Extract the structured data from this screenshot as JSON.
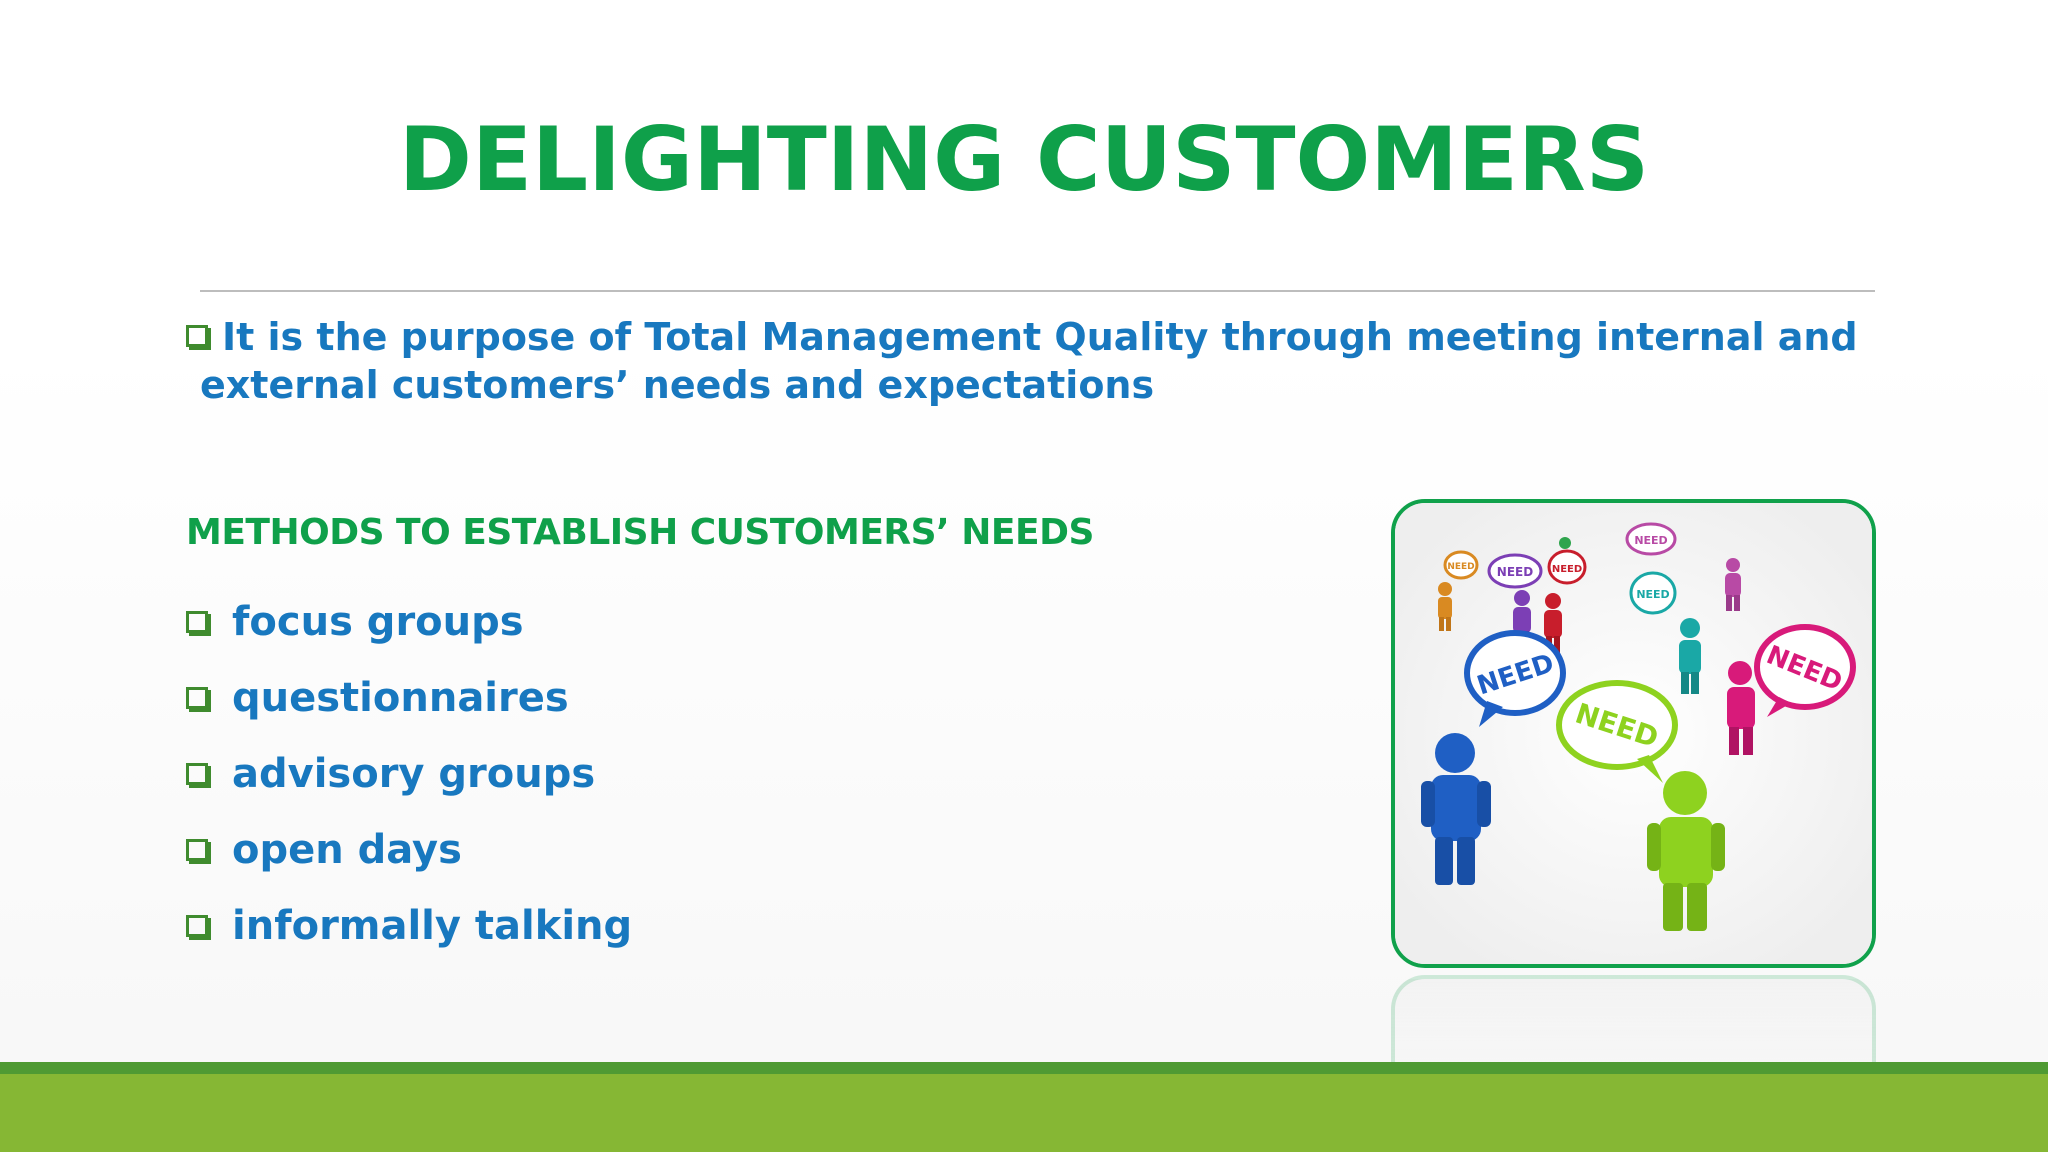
{
  "slide": {
    "title": "DELIGHTING CUSTOMERS",
    "intro": {
      "line1": "It is the purpose of Total Management Quality through meeting internal and",
      "line2": "external customers’ needs and expectations"
    },
    "methods_heading": "METHODS TO ESTABLISH CUSTOMERS’ NEEDS",
    "methods": [
      "focus groups",
      "questionnaires",
      "advisory groups",
      "open days",
      "informally talking"
    ],
    "image": {
      "bubble_text": "NEED",
      "colors": {
        "frame": "#10a14b",
        "title": "#0fa04a",
        "body_text": "#1878bf",
        "footer": "#86b734"
      }
    }
  }
}
